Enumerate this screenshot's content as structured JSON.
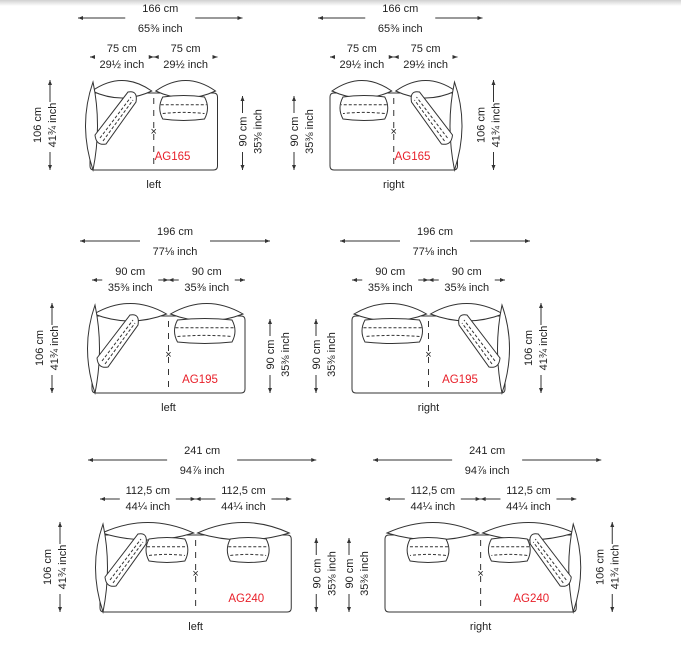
{
  "diagrams": [
    {
      "side": "left",
      "model": "AG165",
      "module_cm": 75,
      "total": {
        "cm": "166 cm",
        "inch": "65⅜ inch"
      },
      "modules": [
        {
          "cm": "75 cm",
          "inch": "29½ inch"
        },
        {
          "cm": "75 cm",
          "inch": "29½ inch"
        }
      ],
      "depth": {
        "cm": "106 cm",
        "inch": "41¾ inch"
      },
      "seat_depth": {
        "cm": "90 cm",
        "inch": "35⅜ inch"
      }
    },
    {
      "side": "right",
      "model": "AG165",
      "module_cm": 75,
      "total": {
        "cm": "166 cm",
        "inch": "65⅜ inch"
      },
      "modules": [
        {
          "cm": "75 cm",
          "inch": "29½ inch"
        },
        {
          "cm": "75 cm",
          "inch": "29½ inch"
        }
      ],
      "depth": {
        "cm": "106 cm",
        "inch": "41¾ inch"
      },
      "seat_depth": {
        "cm": "90 cm",
        "inch": "35⅜ inch"
      }
    },
    {
      "side": "left",
      "model": "AG195",
      "module_cm": 90,
      "total": {
        "cm": "196 cm",
        "inch": "77⅛ inch"
      },
      "modules": [
        {
          "cm": "90 cm",
          "inch": "35⅜ inch"
        },
        {
          "cm": "90 cm",
          "inch": "35⅜ inch"
        }
      ],
      "depth": {
        "cm": "106 cm",
        "inch": "41¾ inch"
      },
      "seat_depth": {
        "cm": "90 cm",
        "inch": "35⅜ inch"
      }
    },
    {
      "side": "right",
      "model": "AG195",
      "module_cm": 90,
      "total": {
        "cm": "196 cm",
        "inch": "77⅛ inch"
      },
      "modules": [
        {
          "cm": "90 cm",
          "inch": "35⅜ inch"
        },
        {
          "cm": "90 cm",
          "inch": "35⅜ inch"
        }
      ],
      "depth": {
        "cm": "106 cm",
        "inch": "41¾ inch"
      },
      "seat_depth": {
        "cm": "90 cm",
        "inch": "35⅜ inch"
      }
    },
    {
      "side": "left",
      "model": "AG240",
      "module_cm": 112.5,
      "total": {
        "cm": "241 cm",
        "inch": "94⅞ inch"
      },
      "modules": [
        {
          "cm": "112,5 cm",
          "inch": "44¼ inch"
        },
        {
          "cm": "112,5 cm",
          "inch": "44¼ inch"
        }
      ],
      "depth": {
        "cm": "106 cm",
        "inch": "41¾ inch"
      },
      "seat_depth": {
        "cm": "90 cm",
        "inch": "35⅜ inch"
      }
    },
    {
      "side": "right",
      "model": "AG240",
      "module_cm": 112.5,
      "total": {
        "cm": "241 cm",
        "inch": "94⅞ inch"
      },
      "modules": [
        {
          "cm": "112,5 cm",
          "inch": "44¼ inch"
        },
        {
          "cm": "112,5 cm",
          "inch": "44¼ inch"
        }
      ],
      "depth": {
        "cm": "106 cm",
        "inch": "41¾ inch"
      },
      "seat_depth": {
        "cm": "90 cm",
        "inch": "35⅜ inch"
      }
    }
  ],
  "colors": {
    "model_code": "#e8202a",
    "line": "#333333"
  }
}
